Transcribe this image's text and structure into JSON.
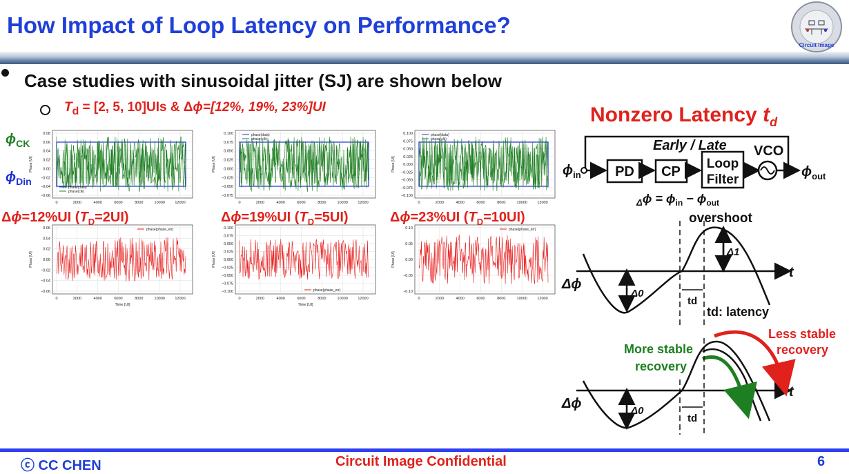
{
  "title": "How Impact of Loop Latency on Performance?",
  "logo": {
    "top_text": "Circuit Image",
    "bottom_text": "Circuit Image"
  },
  "bullet": "Case studies with sinusoidal jitter (SJ) are shown below",
  "sub_bullet": {
    "td": "T",
    "td_sub": "d",
    "rest1": " = [2, 5, 10]UIs & Δ",
    "phi": "ϕ",
    "rest2": "=[12%, 19%, 23%]UI"
  },
  "side_labels": {
    "phi_ck": "ϕ",
    "phi_ck_sub": "CK",
    "phi_din": "ϕ",
    "phi_din_sub": "Din"
  },
  "captions": [
    {
      "pre": "Δ",
      "phi": "ϕ",
      "mid": "=12%UI (",
      "t": "T",
      "sub": "D",
      "post": "=2UI)"
    },
    {
      "pre": "Δ",
      "phi": "ϕ",
      "mid": "=19%UI (",
      "t": "T",
      "sub": "D",
      "post": "=5UI)"
    },
    {
      "pre": "Δ",
      "phi": "ϕ",
      "mid": "=23%UI (",
      "t": "T",
      "sub": "D",
      "post": "=10UI)"
    }
  ],
  "plots_top": [
    {
      "yticks": [
        "0.08",
        "0.06",
        "0.04",
        "0.02",
        "0.00",
        "−0.02",
        "−0.04",
        "−0.06"
      ],
      "xticks": [
        "0",
        "2000",
        "4000",
        "6000",
        "8000",
        "10000",
        "12000"
      ],
      "legend": [
        "phase(data)",
        "phase(clk)"
      ],
      "ylabel": "Phase [UI]"
    },
    {
      "yticks": [
        "0.100",
        "0.075",
        "0.050",
        "0.025",
        "0.000",
        "−0.025",
        "−0.050",
        "−0.075"
      ],
      "xticks": [
        "0",
        "2000",
        "4000",
        "6000",
        "8000",
        "10000",
        "12000"
      ],
      "legend": [
        "phase(data)",
        "phase(clk)"
      ],
      "ylabel": "Phase [UI]"
    },
    {
      "yticks": [
        "0.100",
        "0.075",
        "0.050",
        "0.025",
        "0.000",
        "−0.025",
        "−0.050",
        "−0.075",
        "−0.100"
      ],
      "xticks": [
        "0",
        "2000",
        "4000",
        "6000",
        "8000",
        "10000",
        "12000"
      ],
      "legend": [
        "phase(data)",
        "phase(clk)"
      ],
      "ylabel": "Phase [UI]"
    }
  ],
  "plots_bottom": [
    {
      "yticks": [
        "0.06",
        "0.04",
        "0.02",
        "0.00",
        "−0.02",
        "−0.04",
        "−0.06"
      ],
      "xticks": [
        "0",
        "2000",
        "4000",
        "6000",
        "8000",
        "10000",
        "12000"
      ],
      "legend": "phase(phase_err)",
      "ylabel": "Phase [UI]",
      "xlabel": "Time [UI]"
    },
    {
      "yticks": [
        "0.100",
        "0.075",
        "0.050",
        "0.025",
        "0.000",
        "−0.025",
        "−0.050",
        "−0.075",
        "−0.100"
      ],
      "xticks": [
        "0",
        "2000",
        "4000",
        "6000",
        "8000",
        "10000",
        "12000"
      ],
      "legend": "phase(phase_err)",
      "ylabel": "Phase [UI]",
      "xlabel": "Time [UI]"
    },
    {
      "yticks": [
        "0.10",
        "0.05",
        "0.00",
        "−0.05",
        "−0.10"
      ],
      "xticks": [
        "0",
        "2000",
        "4000",
        "6000",
        "8000",
        "10000",
        "12000"
      ],
      "legend": "phase(phase_err)",
      "ylabel": "Phase [UI]",
      "xlabel": ""
    }
  ],
  "latency_title": {
    "text": "Nonzero Latency ",
    "t": "t",
    "sub": "d"
  },
  "diagram": {
    "early_late": "Early / Late",
    "vco": "VCO",
    "phi_in": "ϕ",
    "phi_in_sub": "in",
    "pd": "PD",
    "cp": "CP",
    "loop1": "Loop",
    "loop2": "Filter",
    "phi_out": "ϕ",
    "phi_out_sub": "out",
    "eq_delta": "Δ",
    "eq_phi": "ϕ",
    "eq_eq": " = ",
    "eq_phi2": "ϕ",
    "eq_in": "in",
    "eq_minus": " − ",
    "eq_phi3": "ϕ",
    "eq_out": "out",
    "overshoot": "overshoot",
    "delta1": "Δ1",
    "delta0": "Δ0",
    "t_axis": "t",
    "td": "td",
    "td_latency": "td: latency",
    "delta_phi": "Δϕ",
    "more_stable1": "More stable",
    "more_stable2": "recovery",
    "less_stable1": "Less stable",
    "less_stable2": "recovery",
    "delta0_b": "Δ0",
    "t_axis_b": "t",
    "td_b": "td",
    "delta_phi_b": "Δϕ"
  },
  "colors": {
    "title_blue": "#1f3fd8",
    "accent_red": "#e0211c",
    "trace_green": "#1e7f22",
    "trace_red": "#e81818",
    "trace_blue": "#1b2fd0"
  },
  "footer": {
    "left": "ⓒ CC CHEN",
    "center": "Circuit Image Confidential",
    "page": "6"
  }
}
